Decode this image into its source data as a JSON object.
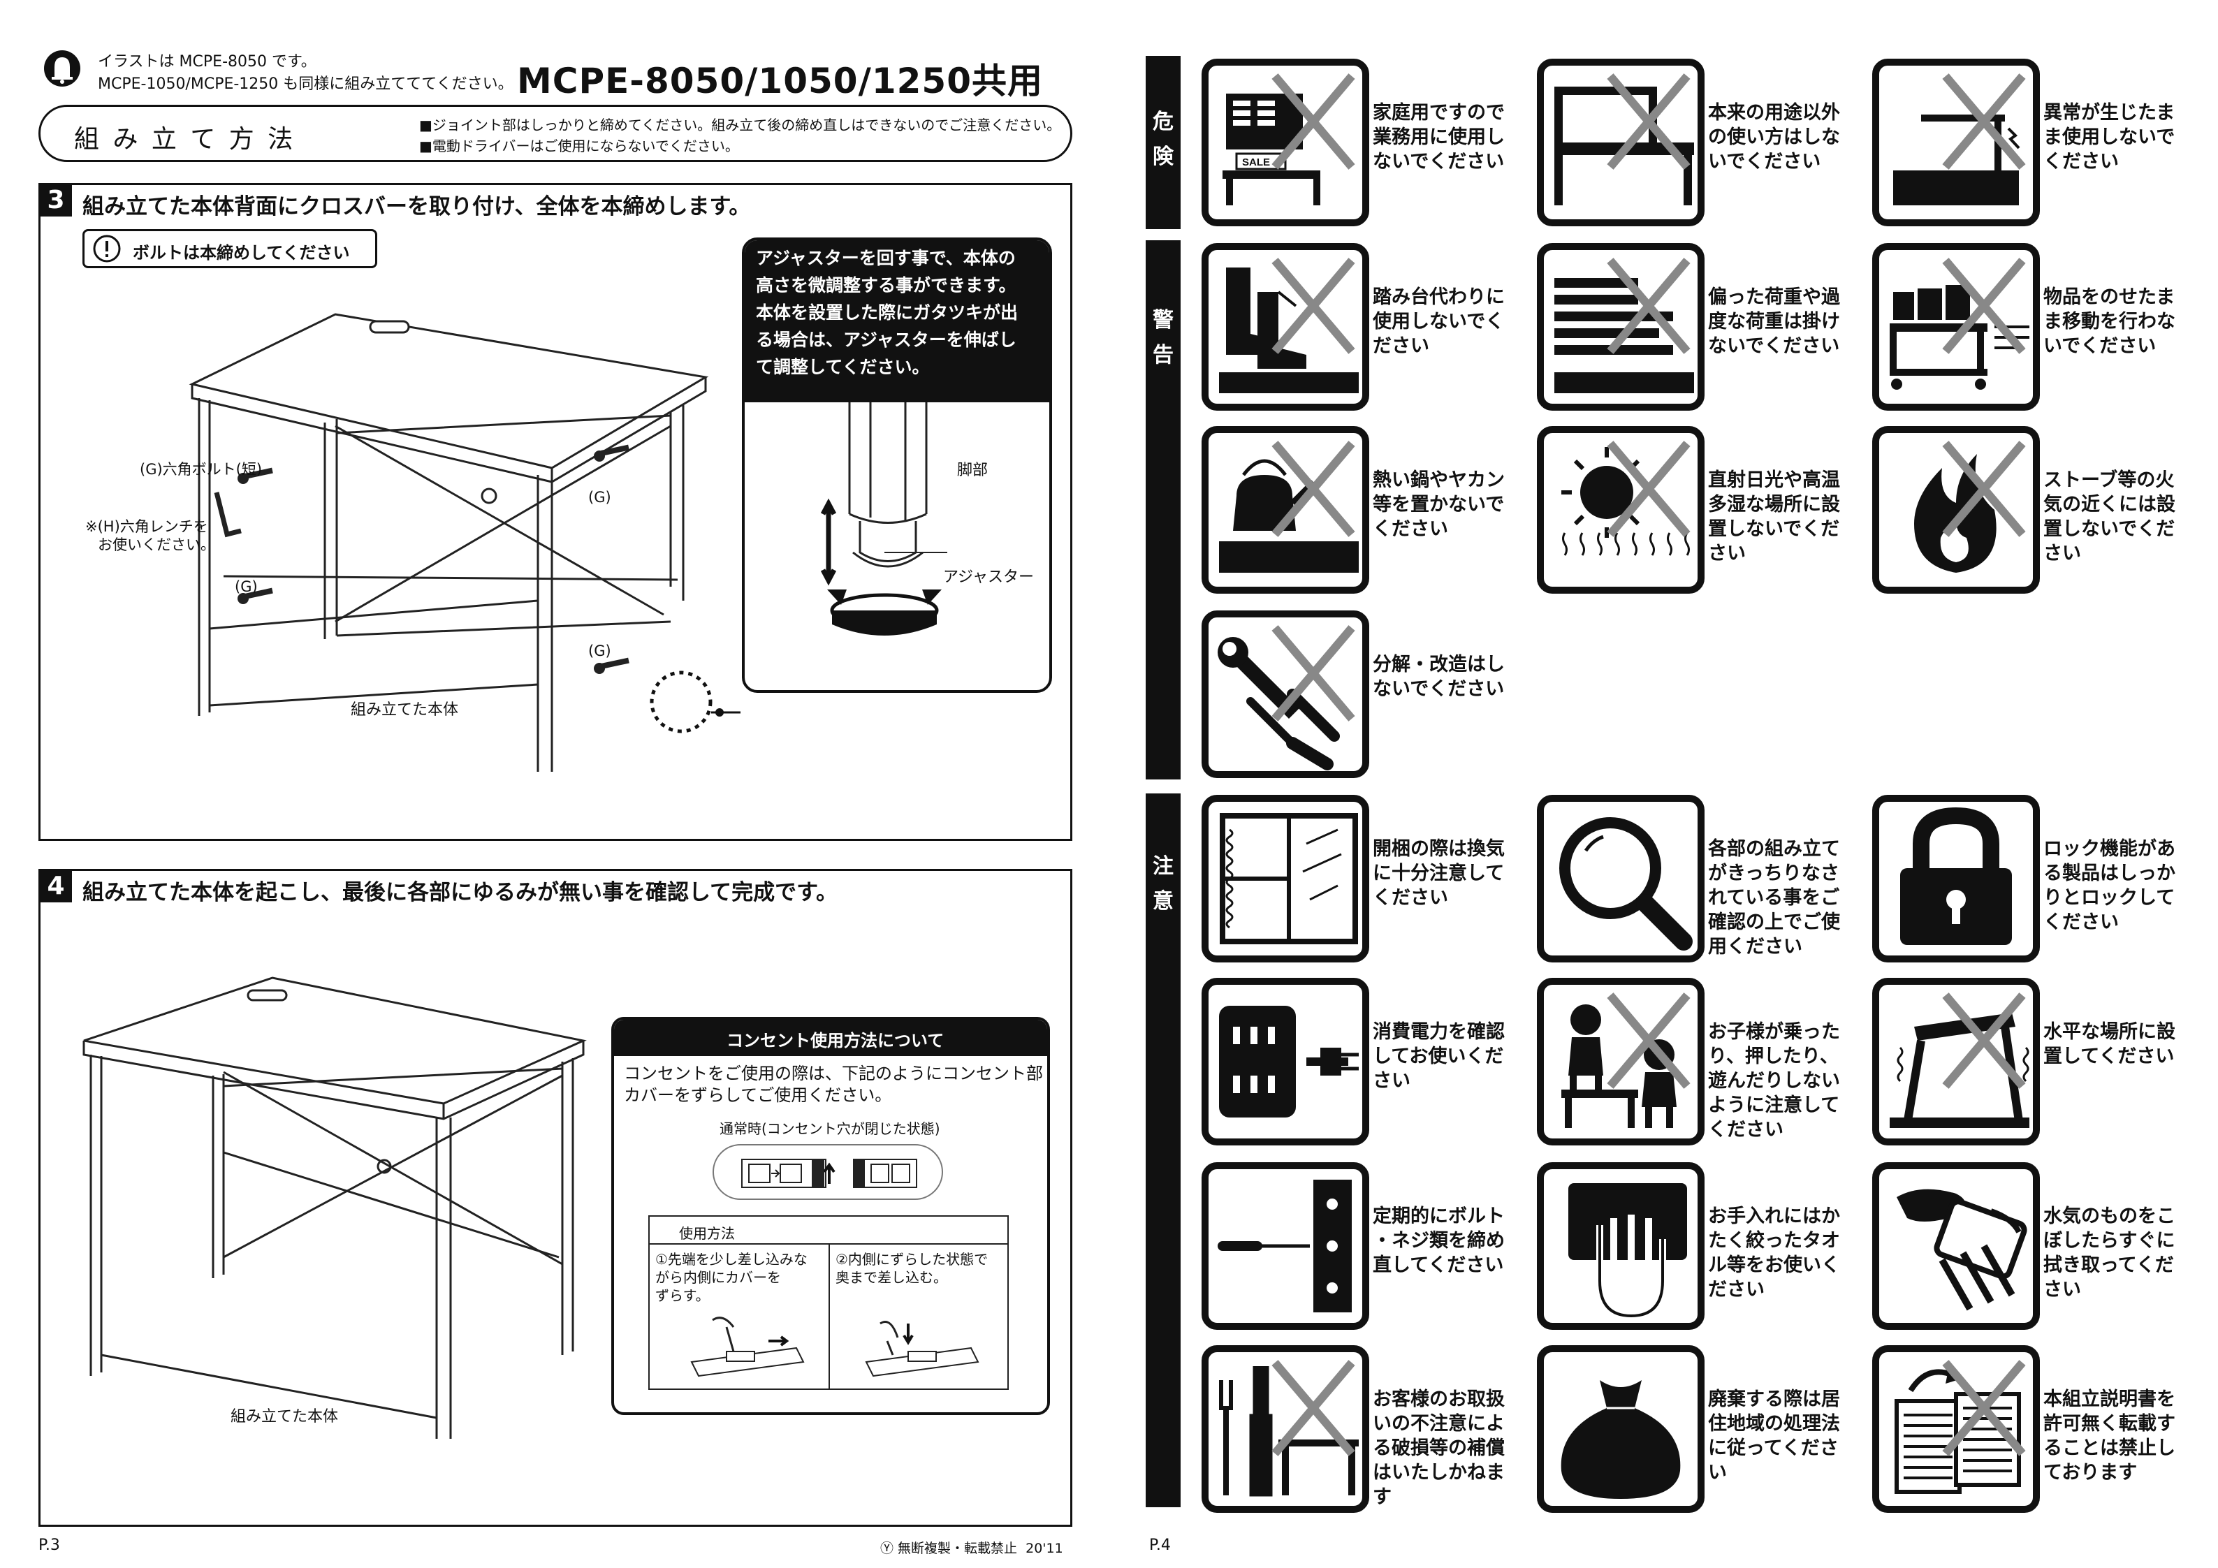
{
  "left_page": {
    "note_line1": "イラストは MCPE-8050 です。",
    "note_line2": "MCPE-1050/MCPE-1250 も同様に組み立てててください。",
    "model_title": "MCPE-8050/1050/1250共用",
    "section_title": "組 み 立 て 方 法",
    "notice1": "■ジョイント部はしっかりと締めてください。組み立て後の締め直しはできないのでご注意ください。",
    "notice2": "■電動ドライバーはご使用にならないでください。",
    "step3": {
      "number": "3",
      "title": "組み立てた本体背面にクロスバーを取り付け、全体を本締めします。",
      "bolt_note": "ボルトは本締めしてください",
      "label_bolt": "(G)六角ボルト(短)",
      "label_wrench1": "※(H)六角レンチを",
      "label_wrench2": "お使いください。",
      "label_g": "(G)",
      "label_body": "組み立てた本体",
      "callout_text": "アジャスターを回す事で、本体の\n高さを微調整する事ができます。\n本体を設置した際にガタツキが出\nる場合は、アジャスターを伸ばし\nて調整してください。",
      "label_leg": "脚部",
      "label_adjuster": "アジャスター"
    },
    "step4": {
      "number": "4",
      "title": "組み立てた本体を起こし、最後に各部にゆるみが無い事を確認して完成です。",
      "label_body": "組み立てた本体",
      "outlet_title": "コンセント使用方法について",
      "outlet_desc": "コンセントをご使用の際は、下記のようにコンセント部\nカバーをずらしてご使用ください。",
      "normal_state": "通常時(コンセント穴が閉じた状態)",
      "usage_title": "使用方法",
      "usage1": "①先端を少し差し込みな\nがら内側にカバーを\nずらす。",
      "usage2": "②内側にずらした状態で\n奥まで差し込む。"
    },
    "page_no": "P.3",
    "copyright": "Ⓨ 無断複製・転載禁止  20'11"
  },
  "right_page": {
    "page_no": "P.4",
    "categories": [
      {
        "label": "危\n険"
      },
      {
        "label": "警\n告"
      },
      {
        "label": "注\n意"
      }
    ],
    "items": [
      {
        "caption": "家庭用ですので\n業務用に使用し\nないでください",
        "icon": "shelf-sale-icon",
        "prohibited": true,
        "sale": "SALE"
      },
      {
        "caption": "本来の用途以外\nの使い方はしな\nいでください",
        "icon": "desk-frame-icon",
        "prohibited": true
      },
      {
        "caption": "異常が生じたま\nま使用しないで\nください",
        "icon": "broken-desk-icon",
        "prohibited": true
      },
      {
        "caption": "踏み台代わりに\n使用しないでく\nださい",
        "icon": "boots-step-icon",
        "prohibited": true
      },
      {
        "caption": "偏った荷重や過\n度な荷重は掛け\nないでください",
        "icon": "heavy-load-icon",
        "prohibited": true
      },
      {
        "caption": "物品をのせたま\nま移動を行わな\nいでください",
        "icon": "moving-cart-icon",
        "prohibited": true
      },
      {
        "caption": "熱い鍋やヤカン\n等を置かないで\nください",
        "icon": "kettle-icon",
        "prohibited": true
      },
      {
        "caption": "直射日光や高温\n多湿な場所に設\n置しないでくだ\nさい",
        "icon": "sun-heat-icon",
        "prohibited": true
      },
      {
        "caption": "ストーブ等の火\n気の近くには設\n置しないでくだ\nさい",
        "icon": "fire-icon",
        "prohibited": true
      },
      {
        "caption": "分解・改造はし\nないでください",
        "icon": "tools-icon",
        "prohibited": true
      },
      {
        "caption": "開梱の際は換気\nに十分注意して\nください",
        "icon": "window-ventilation-icon",
        "prohibited": false
      },
      {
        "caption": "各部の組み立て\nがきっちりなさ\nれている事をご\n確認の上でご使\n用ください",
        "icon": "magnifier-icon",
        "prohibited": false
      },
      {
        "caption": "ロック機能があ\nる製品はしっか\nりとロックして\nください",
        "icon": "lock-icon",
        "prohibited": false
      },
      {
        "caption": "消費電力を確認\nしてお使いくだ\nさい",
        "icon": "power-outlet-icon",
        "prohibited": false
      },
      {
        "caption": "お子様が乗った\nり、押したり、\n遊んだりしない\nように注意して\nください",
        "icon": "children-icon",
        "prohibited": true
      },
      {
        "caption": "水平な場所に設\n置してください",
        "icon": "tilted-desk-icon",
        "prohibited": true
      },
      {
        "caption": "定期的にボルト\n・ネジ類を締め\n直してください",
        "icon": "screwdriver-icon",
        "prohibited": false
      },
      {
        "caption": "お手入れにはか\nたく絞ったタオ\nル等をお使いく\nださい",
        "icon": "hand-towel-icon",
        "prohibited": false
      },
      {
        "caption": "水気のものをこ\nぼしたらすぐに\n拭き取ってくだ\nさい",
        "icon": "wipe-spill-icon",
        "prohibited": false
      },
      {
        "caption": "お客様のお取扱\nいの不注意によ\nる破損等の補償\nはいたしかねま\nす",
        "icon": "repair-tools-icon",
        "prohibited": true
      },
      {
        "caption": "廃棄する際は居\n住地域の処理法\nに従ってくださ\nい",
        "icon": "garbage-bag-icon",
        "prohibited": false
      },
      {
        "caption": "本組立説明書を\n許可無く転載す\nることは禁止し\nております",
        "icon": "copy-document-icon",
        "prohibited": true
      }
    ]
  }
}
